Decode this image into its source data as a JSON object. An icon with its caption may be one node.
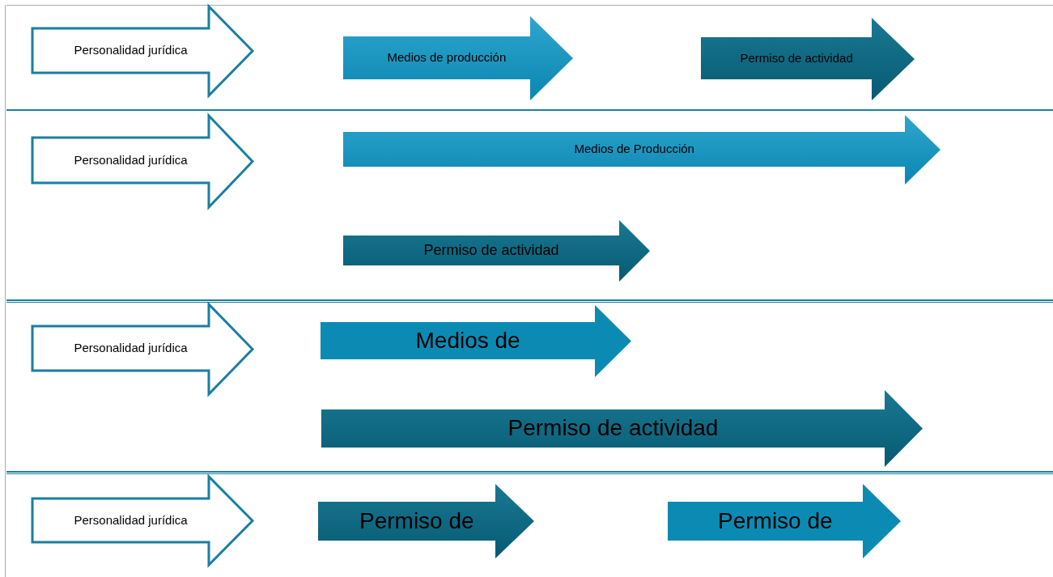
{
  "diagram": {
    "nodes": [
      {
        "text": [
          "Personalidad jurídica"
        ]
      },
      {
        "text": [
          "Medios de producción"
        ]
      },
      {
        "text": [
          "Permiso de actividad"
        ]
      },
      {
        "text": [
          "Personalidad jurídica"
        ]
      },
      {
        "text": [
          "Medios de Producción"
        ]
      },
      {
        "text": [
          "Permiso de actividad"
        ]
      },
      {
        "text": [
          "Personalidad jurídica"
        ]
      },
      {
        "text": [
          "Medios de"
        ]
      },
      {
        "text": [
          "Permiso de actividad"
        ]
      },
      {
        "text": [
          "Personalidad jurídica"
        ]
      },
      {
        "text": [
          "Permiso de"
        ]
      },
      {
        "text": [
          "Permiso de"
        ]
      }
    ]
  }
}
